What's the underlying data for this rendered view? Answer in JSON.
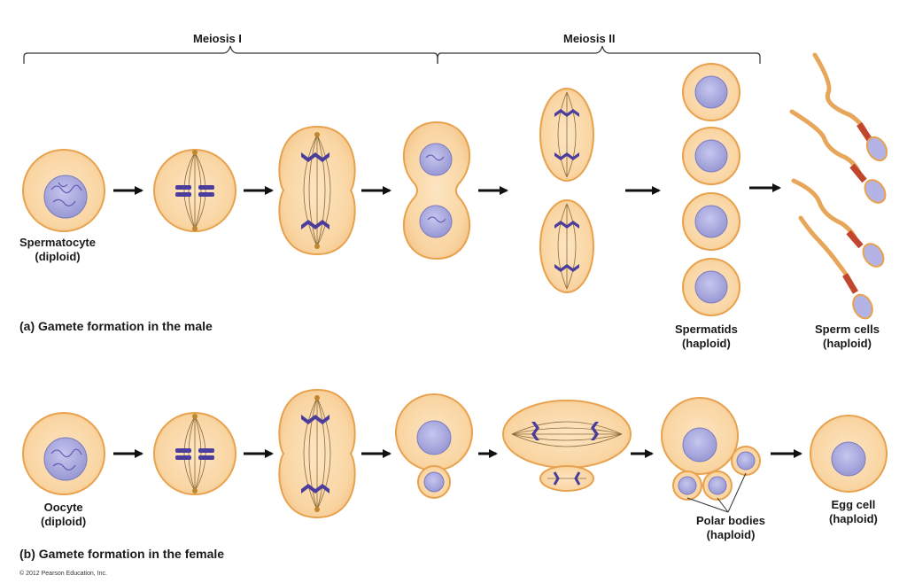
{
  "headers": {
    "meiosis1": "Meiosis I",
    "meiosis2": "Meiosis II"
  },
  "male": {
    "start_label": "Spermatocyte",
    "start_sub": "(diploid)",
    "spermatids_label": "Spermatids",
    "spermatids_sub": "(haploid)",
    "sperm_label": "Sperm cells",
    "sperm_sub": "(haploid)",
    "caption_letter": "(a)",
    "caption": "Gamete formation in the male"
  },
  "female": {
    "start_label": "Oocyte",
    "start_sub": "(diploid)",
    "polar_label": "Polar bodies",
    "polar_sub": "(haploid)",
    "egg_label": "Egg cell",
    "egg_sub": "(haploid)",
    "caption_letter": "(b)",
    "caption": "Gamete formation in the female"
  },
  "copyright": "© 2012 Pearson Education, Inc.",
  "colors": {
    "cytoplasm": "#f9d7a6",
    "membrane": "#e8a24e",
    "nucleus": "#a8a8dc",
    "chromosome": "#4b3d9c",
    "spindle": "#9a7240",
    "sperm_tail": "#e7a65a",
    "midpiece": "#c2452e"
  }
}
